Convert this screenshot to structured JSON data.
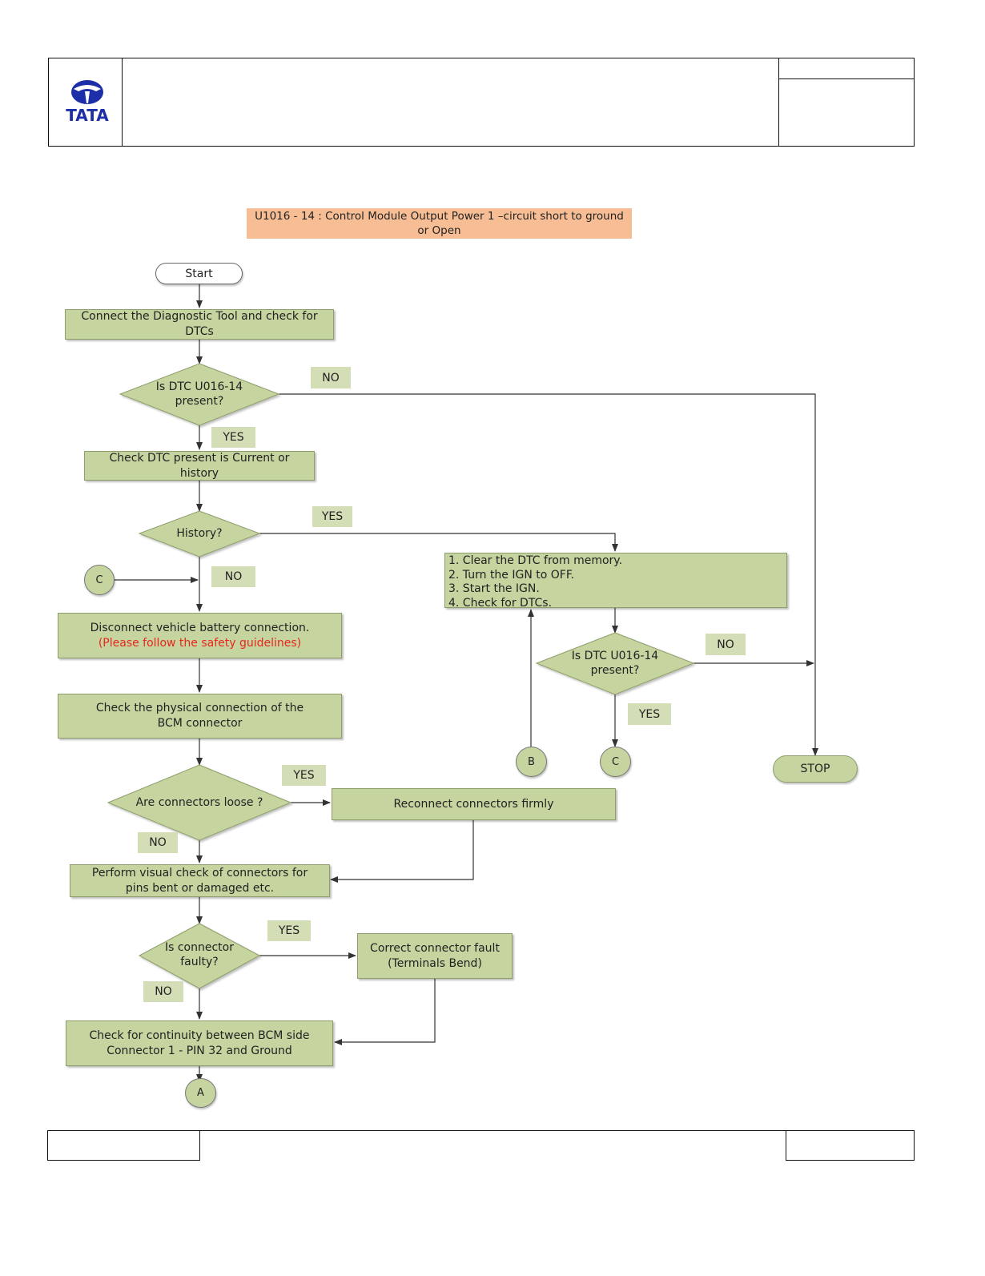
{
  "header": {
    "logo_text": "TATA"
  },
  "flowchart": {
    "title": "U1016 - 14 : Control Module Output Power 1 –circuit short to ground or Open",
    "start": "Start",
    "stop": "STOP",
    "step_connect_tool": "Connect the Diagnostic Tool and check for DTCs",
    "decision_dtc_present": "Is DTC U016-14 present?",
    "step_check_current_history": "Check DTC present is Current or history",
    "decision_history": "History?",
    "step_clear_dtc": [
      "1. Clear the DTC from memory.",
      "2. Turn the IGN to OFF.",
      "3. Start the IGN.",
      "4. Check for DTCs."
    ],
    "decision_dtc_present_2": "Is DTC U016-14 present?",
    "step_disconnect_battery": "Disconnect vehicle battery connection.",
    "step_disconnect_battery_note": "(Please follow the safety guidelines)",
    "step_check_physical": "Check the physical connection of the BCM connector",
    "decision_connectors_loose": "Are connectors loose ?",
    "step_reconnect": "Reconnect connectors firmly",
    "step_visual_check": "Perform visual check of connectors for pins bent or damaged etc.",
    "decision_connector_faulty": "Is connector faulty?",
    "step_correct_fault": "Correct connector fault (Terminals Bend)",
    "step_continuity": "Check for continuity between BCM side Connector 1 - PIN 32 and Ground",
    "connector_a": "A",
    "connector_b": "B",
    "connector_c": "C",
    "labels": {
      "yes": "YES",
      "no": "NO"
    }
  },
  "colors": {
    "box_fill": "#c6d4a0",
    "label_fill": "#d3ddb6",
    "title_fill": "#f7be95",
    "note_red": "#e8261c",
    "logo_blue": "#1d2fa8"
  }
}
